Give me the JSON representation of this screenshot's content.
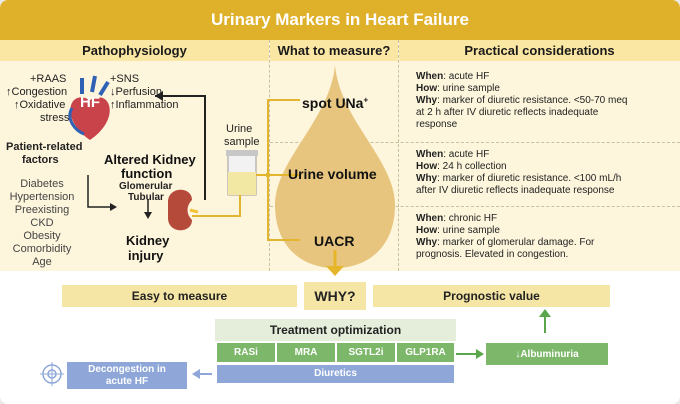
{
  "title": "Urinary Markers in Heart Failure",
  "headers": {
    "pathophysiology": "Pathophysiology",
    "what": "What to measure?",
    "practical": "Practical considerations"
  },
  "patho": {
    "raas": "+RAAS",
    "congestion": "↑Congestion",
    "oxidative1": "↑Oxidative",
    "oxidative2": "stress",
    "hf": "HF",
    "sns": "+SNS",
    "perfusion": "↓Perfusion",
    "inflammation": "↑Inflammation",
    "prf1": "Patient-related",
    "prf2": "factors",
    "factors": [
      "Diabetes",
      "Hypertension",
      "Preexisting",
      "CKD",
      "Obesity",
      "Comorbidity",
      "Age"
    ],
    "akf1": "Altered Kidney",
    "akf2": "function",
    "glomerular": "Glomerular",
    "tubular": "Tubular",
    "injury1": "Kidney",
    "injury2": "injury"
  },
  "measure": {
    "sample1": "Urine",
    "sample2": "sample",
    "una_main": "spot UNa",
    "una_sup": "+",
    "volume": "Urine volume",
    "uacr": "UACR"
  },
  "practical": [
    {
      "when_k": "When",
      "when_v": ": acute HF",
      "how_k": "How",
      "how_v": ": urine sample",
      "why_k": "Why",
      "why_lines": [
        ": marker of diuretic resistance. <50-70 meq",
        "at 2 h after IV diuretic reflects inadequate",
        "response"
      ]
    },
    {
      "when_k": "When",
      "when_v": ": acute HF",
      "how_k": "How",
      "how_v": ": 24 h collection",
      "why_k": "Why",
      "why_lines": [
        ": marker of diuretic resistance. <100 mL/h",
        "after IV diuretic reflects inadequate response"
      ]
    },
    {
      "when_k": "When",
      "when_v": ": chronic HF",
      "how_k": "How",
      "how_v": ": urine sample",
      "why_k": "Why",
      "why_lines": [
        ": marker of glomerular damage. For",
        "prognosis. Elevated in congestion."
      ]
    }
  ],
  "bottom": {
    "easy": "Easy to measure",
    "why": "WHY?",
    "prognostic": "Prognostic value",
    "treatment": "Treatment optimization",
    "drugs": [
      "RASi",
      "MRA",
      "SGTL2i",
      "GLP1RA"
    ],
    "diuretics": "Diuretics",
    "albuminuria": "↓Albuminuria",
    "decongestion1": "Decongestion in",
    "decongestion2": "acute HF"
  },
  "colors": {
    "gold": "#dfb12a",
    "drop": "#e8c57e",
    "green": "#7db86a",
    "blue": "#8ea7d8"
  }
}
